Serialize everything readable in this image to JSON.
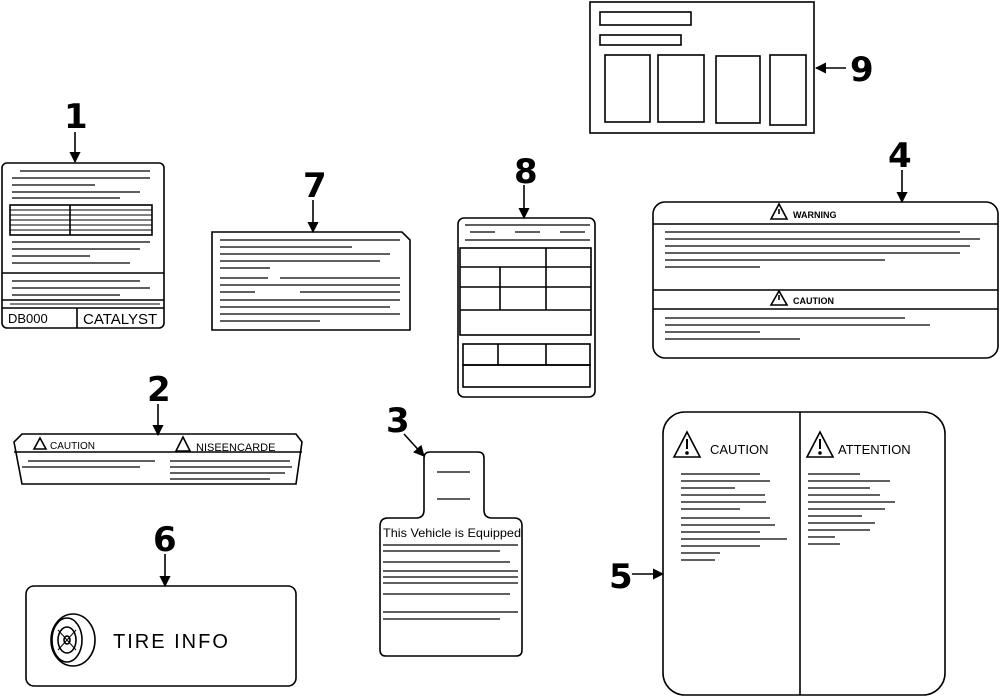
{
  "callouts": [
    "1",
    "2",
    "3",
    "4",
    "5",
    "6",
    "7",
    "8",
    "9"
  ],
  "label1": {
    "left_text": "DB000",
    "right_text": "CATALYST"
  },
  "label2": {
    "left_text": "CAUTION",
    "right_text": "NISEENCARDE"
  },
  "label3": {
    "text": "This Vehicle is Equipped"
  },
  "label4": {
    "top_text": "WARNING",
    "bottom_text": "CAUTION"
  },
  "label5": {
    "left_text": "CAUTION",
    "right_text": "ATTENTION"
  },
  "label6": {
    "text": "TIRE INFO"
  }
}
